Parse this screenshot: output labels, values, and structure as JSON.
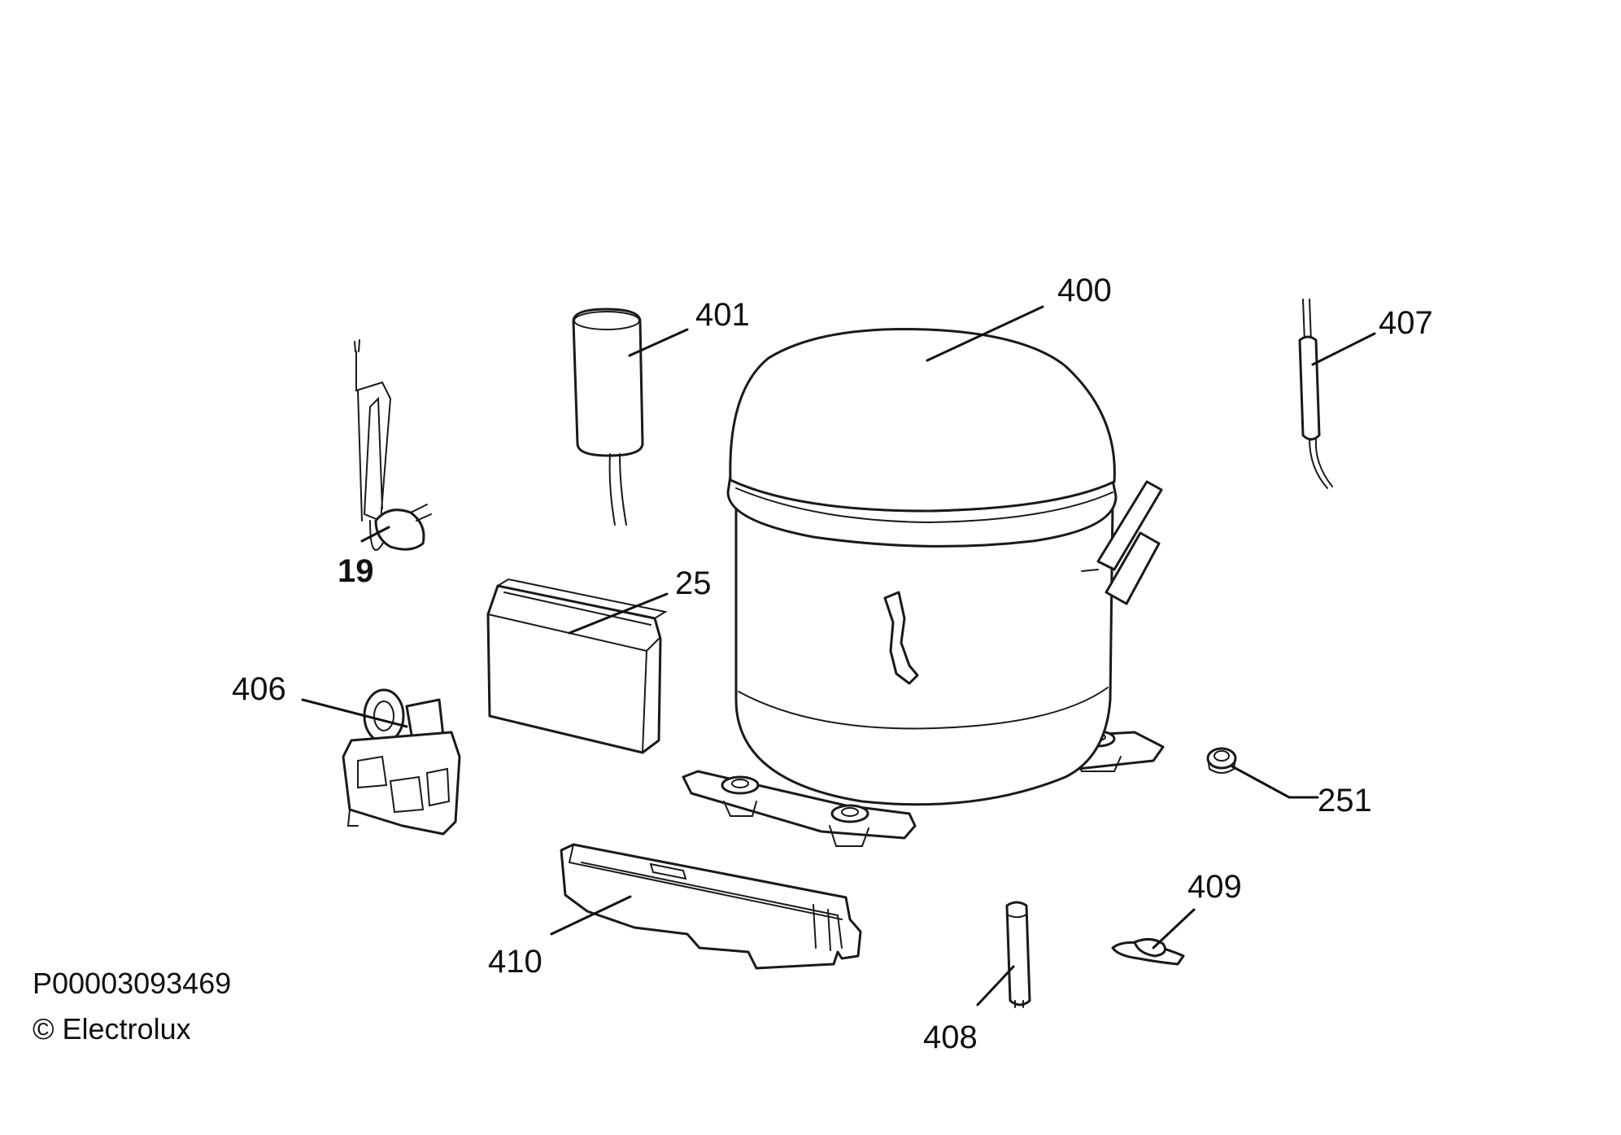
{
  "parts": [
    {
      "id": "p400",
      "label": "400",
      "icon": "compressor-icon"
    },
    {
      "id": "p401",
      "label": "401",
      "icon": "capacitor-icon"
    },
    {
      "id": "p407",
      "label": "407",
      "icon": "filter-drier-icon"
    },
    {
      "id": "p19",
      "label": "19",
      "icon": "power-cord-icon"
    },
    {
      "id": "p25",
      "label": "25",
      "icon": "terminal-cover-icon"
    },
    {
      "id": "p406",
      "label": "406",
      "icon": "relay-icon"
    },
    {
      "id": "p251",
      "label": "251",
      "icon": "grommet-icon"
    },
    {
      "id": "p409",
      "label": "409",
      "icon": "clip-icon"
    },
    {
      "id": "p410",
      "label": "410",
      "icon": "bracket-icon"
    },
    {
      "id": "p408",
      "label": "408",
      "icon": "process-tube-icon"
    }
  ],
  "footer": {
    "code": "P00003093469",
    "copyright": "© Electrolux"
  }
}
